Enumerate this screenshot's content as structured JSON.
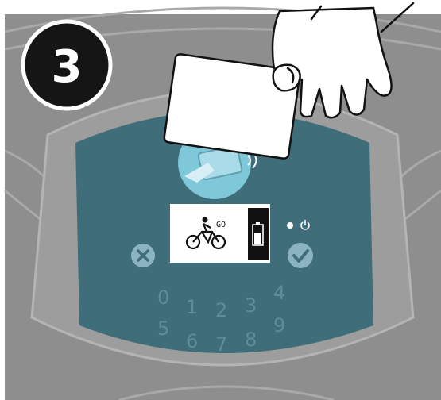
{
  "step": {
    "number": "3"
  },
  "display": {
    "status_text": "GO",
    "icon": "bicycle-rider-icon",
    "battery_icon": "battery-icon",
    "battery_level": 0.6
  },
  "indicators": {
    "light": "status-light-icon",
    "power": "power-icon"
  },
  "buttons": {
    "cancel_icon": "close-icon",
    "confirm_icon": "check-icon"
  },
  "keypad": {
    "keys": [
      "0",
      "1",
      "2",
      "3",
      "4",
      "5",
      "6",
      "7",
      "8",
      "9"
    ]
  },
  "colors": {
    "panel_teal": "#3f6d79",
    "body_gray": "#8f8f8f",
    "badge_black": "#151515",
    "nfc_blue": "#7ec8da",
    "key_text": "#5f8c98"
  }
}
